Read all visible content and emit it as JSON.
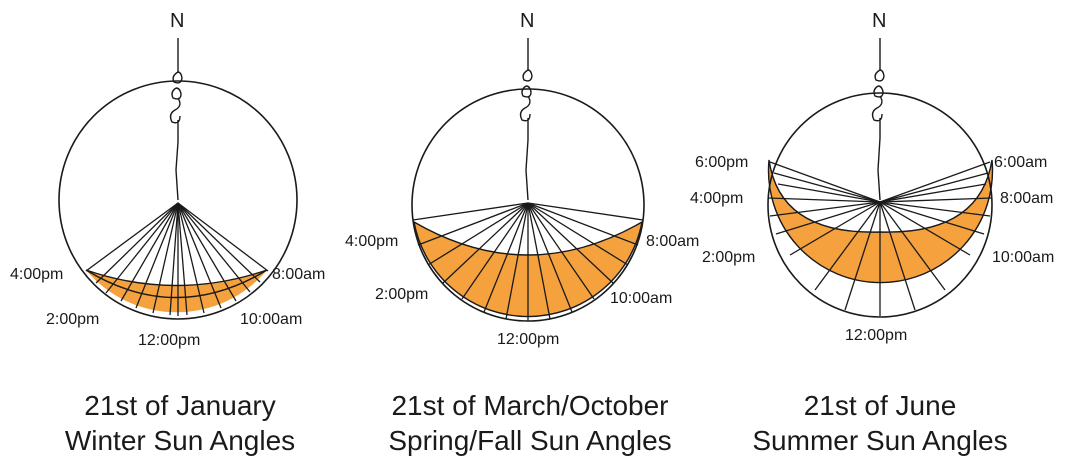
{
  "colors": {
    "shade": "#f4a13e",
    "ink": "#1a1a1a",
    "background": "#ffffff"
  },
  "diagrams": [
    {
      "id": "winter",
      "north_label": "N",
      "caption_line1": "21st of January",
      "caption_line2": "Winter Sun Angles",
      "time_labels": [
        {
          "text": "4:00pm"
        },
        {
          "text": "2:00pm"
        },
        {
          "text": "12:00pm"
        },
        {
          "text": "10:00am"
        },
        {
          "text": "8:00am"
        }
      ]
    },
    {
      "id": "spring-fall",
      "north_label": "N",
      "caption_line1": "21st of March/October",
      "caption_line2": "Spring/Fall Sun Angles",
      "time_labels": [
        {
          "text": "4:00pm"
        },
        {
          "text": "2:00pm"
        },
        {
          "text": "12:00pm"
        },
        {
          "text": "10:00am"
        },
        {
          "text": "8:00am"
        }
      ]
    },
    {
      "id": "summer",
      "north_label": "N",
      "caption_line1": "21st of June",
      "caption_line2": "Summer Sun Angles",
      "time_labels": [
        {
          "text": "6:00pm"
        },
        {
          "text": "4:00pm"
        },
        {
          "text": "2:00pm"
        },
        {
          "text": "12:00pm"
        },
        {
          "text": "10:00am"
        },
        {
          "text": "8:00am"
        },
        {
          "text": "6:00am"
        }
      ]
    }
  ]
}
